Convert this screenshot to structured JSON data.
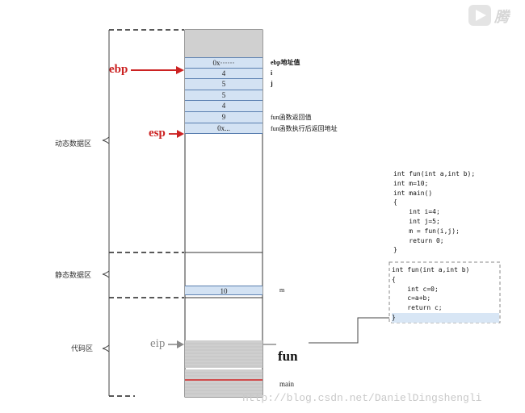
{
  "regions": {
    "dynamic": "动态数据区",
    "static": "静态数据区",
    "code": "代码区"
  },
  "registers": {
    "ebp": "ebp",
    "esp": "esp",
    "eip": "eip"
  },
  "stack_cells": [
    {
      "value": "0x······",
      "note": "ebp地址值",
      "note_bold": true
    },
    {
      "value": "4",
      "note": "i",
      "note_bold": true
    },
    {
      "value": "5",
      "note": "j",
      "note_bold": true
    },
    {
      "value": "5",
      "note": "",
      "note_bold": false
    },
    {
      "value": "4",
      "note": "",
      "note_bold": false
    },
    {
      "value": "9",
      "note": "fun函数返回值",
      "note_bold": false
    },
    {
      "value": "0x...",
      "note": "fun函数执行后返回地址",
      "note_bold": false
    }
  ],
  "static_cell": {
    "value": "10",
    "note": "m"
  },
  "code_labels": {
    "fun": "fun",
    "main": "main"
  },
  "code_main": [
    "int fun(int a,int b);",
    "int m=10;",
    "int main()",
    "{",
    "    int i=4;",
    "    int j=5;",
    "    m = fun(i,j);",
    "    return 0;",
    "}"
  ],
  "code_fun": [
    "int fun(int a,int b)",
    "{",
    "    int c=0;",
    "    c=a+b;",
    "    return c;",
    "}"
  ],
  "watermark": "http://blog.csdn.net/DanielDingshengli",
  "logo_text": "腾"
}
